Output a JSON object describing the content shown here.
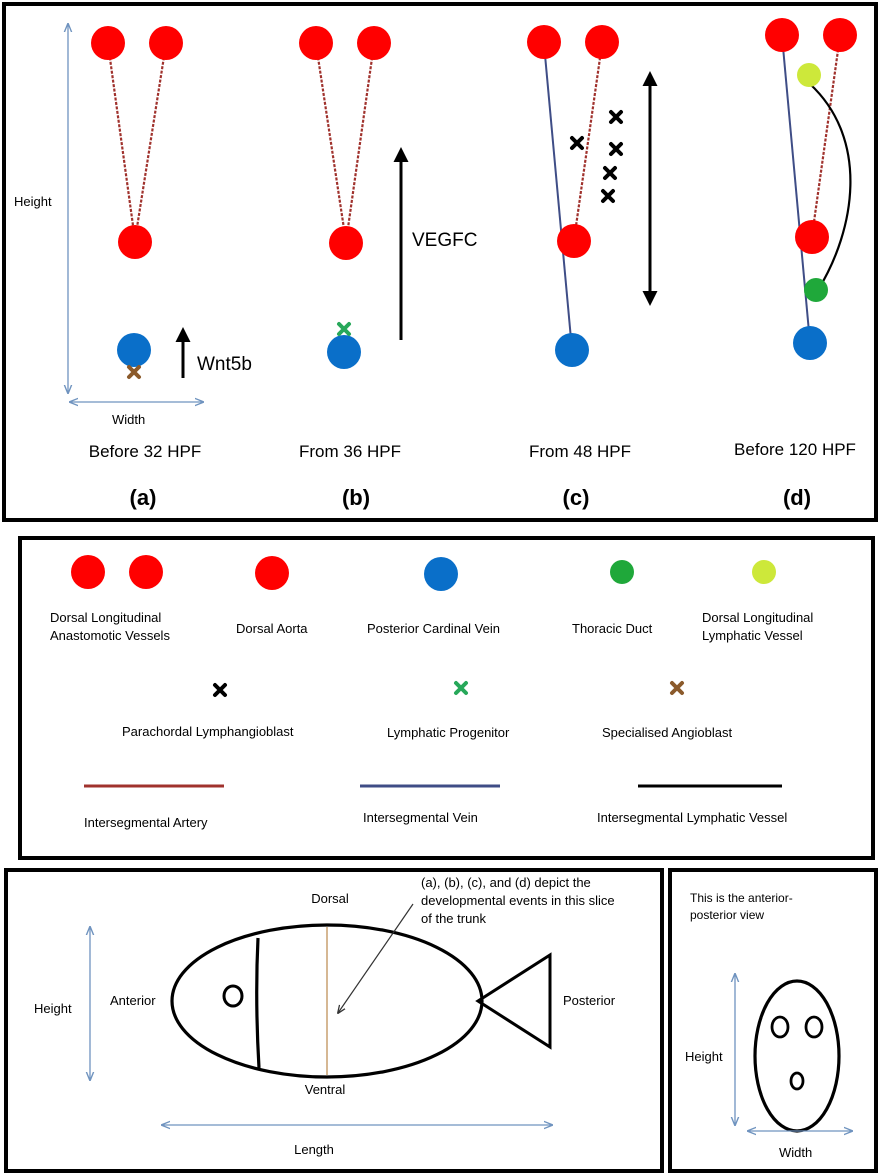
{
  "colors": {
    "artery_node": "#ff0000",
    "vein_node": "#0a6fc9",
    "thoracic_duct": "#1fa83a",
    "dllv": "#cde83a",
    "parachordal": "#000000",
    "lymphatic_progenitor": "#27a85a",
    "angioblast": "#8b5a2b",
    "artery_line": "#a0322d",
    "vein_line": "#3f4d86",
    "lymph_line": "#000000",
    "dimension_arrow": "#6f93bf",
    "trunk_slice": "#c8a070"
  },
  "panels": {
    "a": {
      "axis_height": "Height",
      "axis_width": "Width",
      "signal": "Wnt5b",
      "stage": "Before 32 HPF",
      "letter": "(a)"
    },
    "b": {
      "signal": "VEGFC",
      "stage": "From 36 HPF",
      "letter": "(b)"
    },
    "c": {
      "stage": "From 48 HPF",
      "letter": "(c)"
    },
    "d": {
      "stage": "Before 120 HPF",
      "letter": "(d)"
    }
  },
  "legend": {
    "dlav": [
      "Dorsal Longitudinal",
      "Anastomotic Vessels"
    ],
    "dorsal_aorta": "Dorsal Aorta",
    "pcv": "Posterior Cardinal Vein",
    "thoracic_duct": "Thoracic Duct",
    "dllv": [
      "Dorsal Longitudinal",
      "Lymphatic Vessel"
    ],
    "parachordal": "Parachordal Lymphangioblast",
    "progenitor": "Lymphatic Progenitor",
    "angioblast": "Specialised Angioblast",
    "artery": "Intersegmental Artery",
    "vein": "Intersegmental Vein",
    "lymph": "Intersegmental Lymphatic Vessel"
  },
  "fish": {
    "dorsal": "Dorsal",
    "ventral": "Ventral",
    "anterior": "Anterior",
    "posterior": "Posterior",
    "height": "Height",
    "length": "Length",
    "note": [
      "(a), (b), (c), and (d) depict  the",
      "developmental events in this slice",
      "of the trunk"
    ]
  },
  "ap_view": {
    "note": [
      "This is the anterior-",
      "posterior view"
    ],
    "height": "Height",
    "width": "Width"
  }
}
